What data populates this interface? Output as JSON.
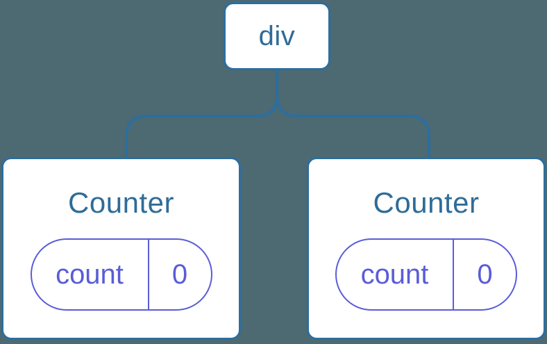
{
  "diagram": {
    "colors": {
      "background": "#4D6972",
      "node_fill": "#FFFFFF",
      "node_border_blue": "#2C6E9E",
      "node_text_blue": "#2F6C98",
      "state_purple": "#5A5CD8"
    },
    "root": {
      "label": "div"
    },
    "children": [
      {
        "title": "Counter",
        "state": {
          "key": "count",
          "value": "0"
        }
      },
      {
        "title": "Counter",
        "state": {
          "key": "count",
          "value": "0"
        }
      }
    ]
  }
}
